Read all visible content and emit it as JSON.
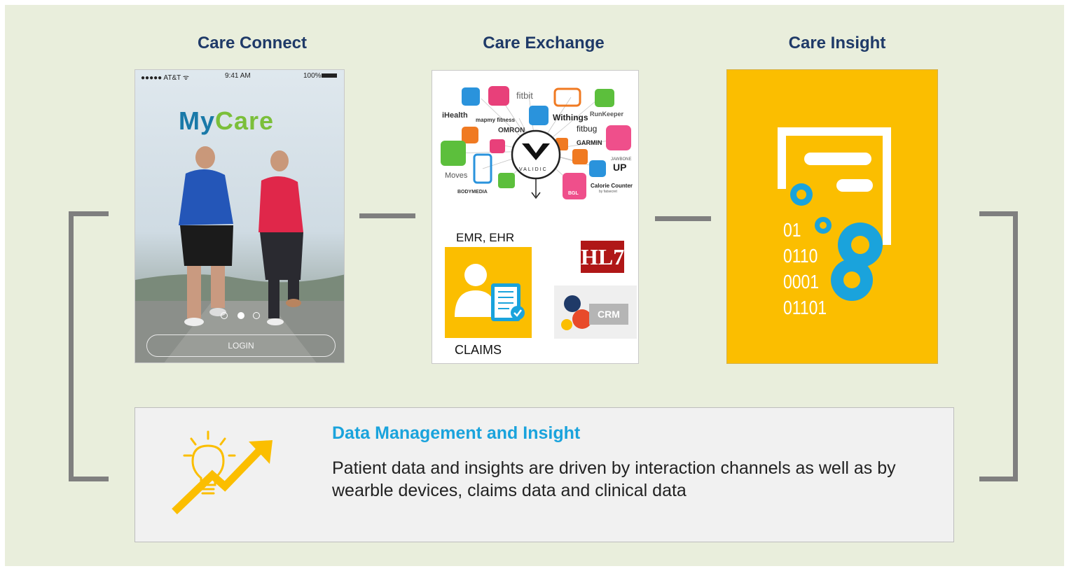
{
  "columns": [
    {
      "title": "Care Connect"
    },
    {
      "title": "Care Exchange"
    },
    {
      "title": "Care Insight"
    }
  ],
  "phone": {
    "carrier": "●●●●● AT&T ᯤ",
    "time": "9:41 AM",
    "battery": "100%",
    "app_name_my": "My",
    "app_name_care": "Care",
    "login_label": "LOGIN"
  },
  "exchange": {
    "brands": {
      "fitbit": "fitbit",
      "ihealth": "iHealth",
      "mapmyfitness": "mapmy fitness",
      "withings": "Withings",
      "runkeeper": "RunKeeper",
      "omron": "OMRON",
      "fitbug": "fitbug",
      "garmin": "GARMIN",
      "jawbone": "JAWBONE",
      "up": "UP",
      "moves": "Moves",
      "validic": "VALIDIC",
      "calorie_counter": "Calorie Counter",
      "fatsecret": "by fatsecret",
      "bodymedia": "BODYMEDIA",
      "bgl": "BGL"
    },
    "emr_label": "EMR, EHR",
    "claims_label": "CLAIMS",
    "hl7_label": "HL7",
    "crm_label": "CRM"
  },
  "insight": {
    "binary_lines": [
      "01",
      "0110",
      "0001",
      "01101"
    ]
  },
  "bottom": {
    "title": "Data Management and Insight",
    "text": "Patient data and insights are driven by interaction channels as well as by wearble devices, claims data and clinical data"
  },
  "colors": {
    "background": "#e9eedc",
    "title_blue": "#1f3a68",
    "accent_cyan": "#1aa3dc",
    "gold": "#fbbe00",
    "connector_gray": "#7f7f7f"
  }
}
